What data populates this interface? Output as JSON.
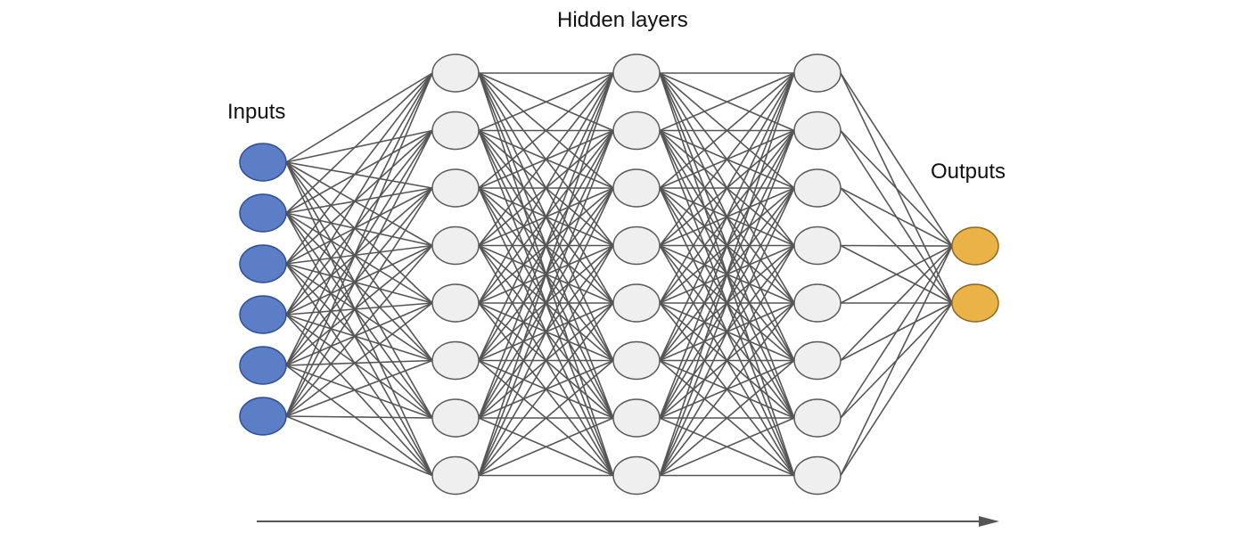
{
  "labels": {
    "hidden": "Hidden layers",
    "inputs": "Inputs",
    "outputs": "Outputs"
  },
  "network": {
    "layers": [
      {
        "role": "input",
        "nodes": 6
      },
      {
        "role": "hidden",
        "nodes": 8
      },
      {
        "role": "hidden",
        "nodes": 8
      },
      {
        "role": "hidden",
        "nodes": 8
      },
      {
        "role": "output",
        "nodes": 2
      }
    ],
    "fully_connected": true,
    "direction": "left-to-right"
  },
  "colors": {
    "input_fill": "#5b7ec6",
    "input_stroke": "#2e4f95",
    "hidden_fill": "#efefef",
    "hidden_stroke": "#5a5a5a",
    "output_fill": "#ebb247",
    "output_stroke": "#8a6a22",
    "edge": "#555555",
    "arrow": "#555555"
  }
}
